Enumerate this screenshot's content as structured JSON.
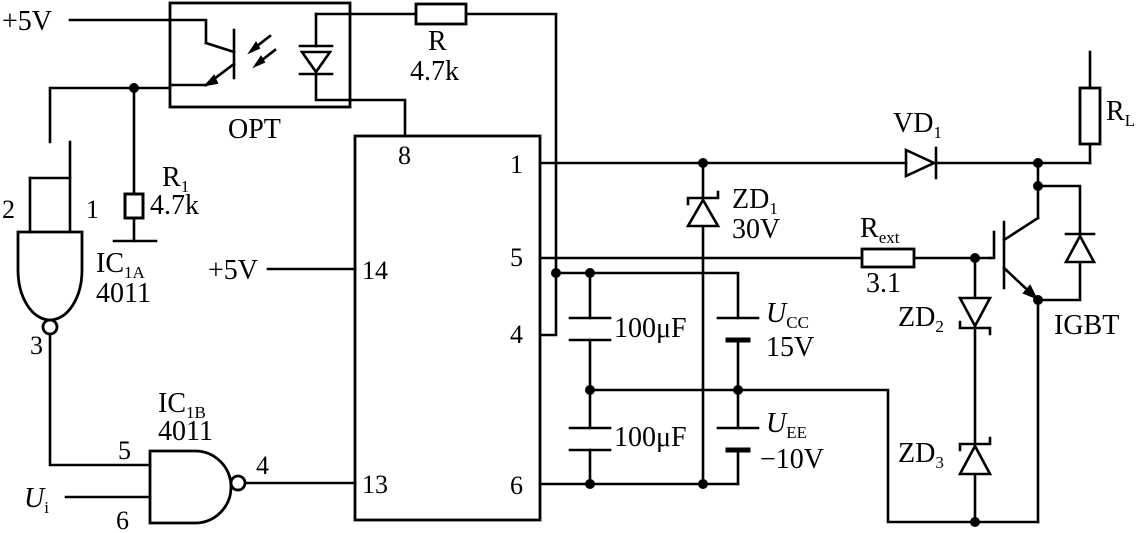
{
  "supply": {
    "plus5v_top": "+5V",
    "plus5v_pin14": "+5V"
  },
  "opt": {
    "label": "OPT"
  },
  "r": {
    "name": "R",
    "value": "4.7k"
  },
  "r1": {
    "name": "R",
    "sub": "1",
    "value": "4.7k"
  },
  "ic1a": {
    "name": "IC",
    "sub": "1A",
    "part": "4011",
    "pin_a": "2",
    "pin_b": "1",
    "pin_out": "3"
  },
  "ic1b": {
    "name": "IC",
    "sub": "1B",
    "part": "4011",
    "pin_a": "5",
    "pin_b": "6",
    "pin_out": "4"
  },
  "input": {
    "name": "U",
    "sub": "i"
  },
  "driver": {
    "pin8": "8",
    "pin14": "14",
    "pin13": "13",
    "pin1": "1",
    "pin5": "5",
    "pin4": "4",
    "pin6": "6"
  },
  "zd1": {
    "name": "ZD",
    "sub": "1",
    "value": "30V"
  },
  "vd1": {
    "name": "VD",
    "sub": "1"
  },
  "rl": {
    "name": "R",
    "sub": "L"
  },
  "rext": {
    "name": "R",
    "sub": "ext",
    "value": "3.1"
  },
  "caps": {
    "c1": "100μF",
    "c2": "100μF"
  },
  "ucc": {
    "name": "U",
    "sub": "CC",
    "value": "15V"
  },
  "uee": {
    "name": "U",
    "sub": "EE",
    "value": "−10V"
  },
  "zd2": {
    "name": "ZD",
    "sub": "2"
  },
  "zd3": {
    "name": "ZD",
    "sub": "3"
  },
  "igbt": {
    "label": "IGBT"
  }
}
